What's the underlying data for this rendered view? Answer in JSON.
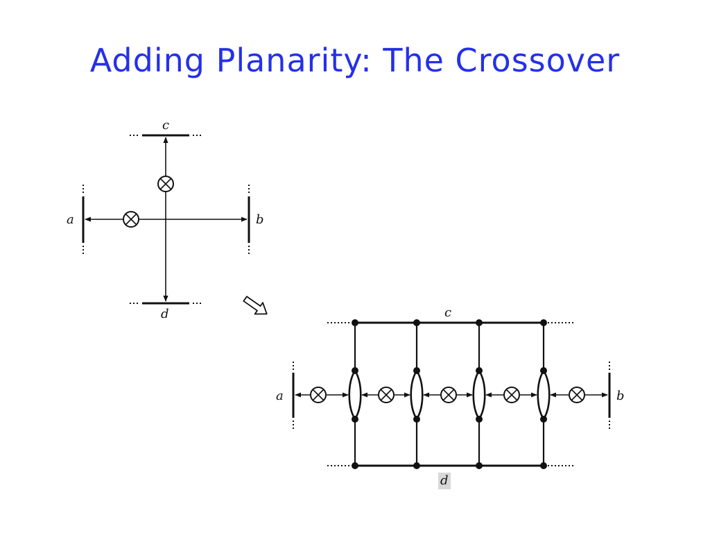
{
  "slide": {
    "title": "Adding Planarity: The Crossover"
  },
  "diagram_before": {
    "labels": {
      "a": "a",
      "b": "b",
      "c": "c",
      "d": "d"
    }
  },
  "diagram_after": {
    "labels": {
      "a": "a",
      "b": "b",
      "c": "c",
      "d": "d"
    },
    "vertical_path_count": 4,
    "xor_gate_count": 5
  },
  "icons": {
    "transform_arrow": "hollow-arrow-icon",
    "xor_gate": "circle-times-icon"
  },
  "colors": {
    "title": "#2430e8",
    "ink": "#111111"
  }
}
